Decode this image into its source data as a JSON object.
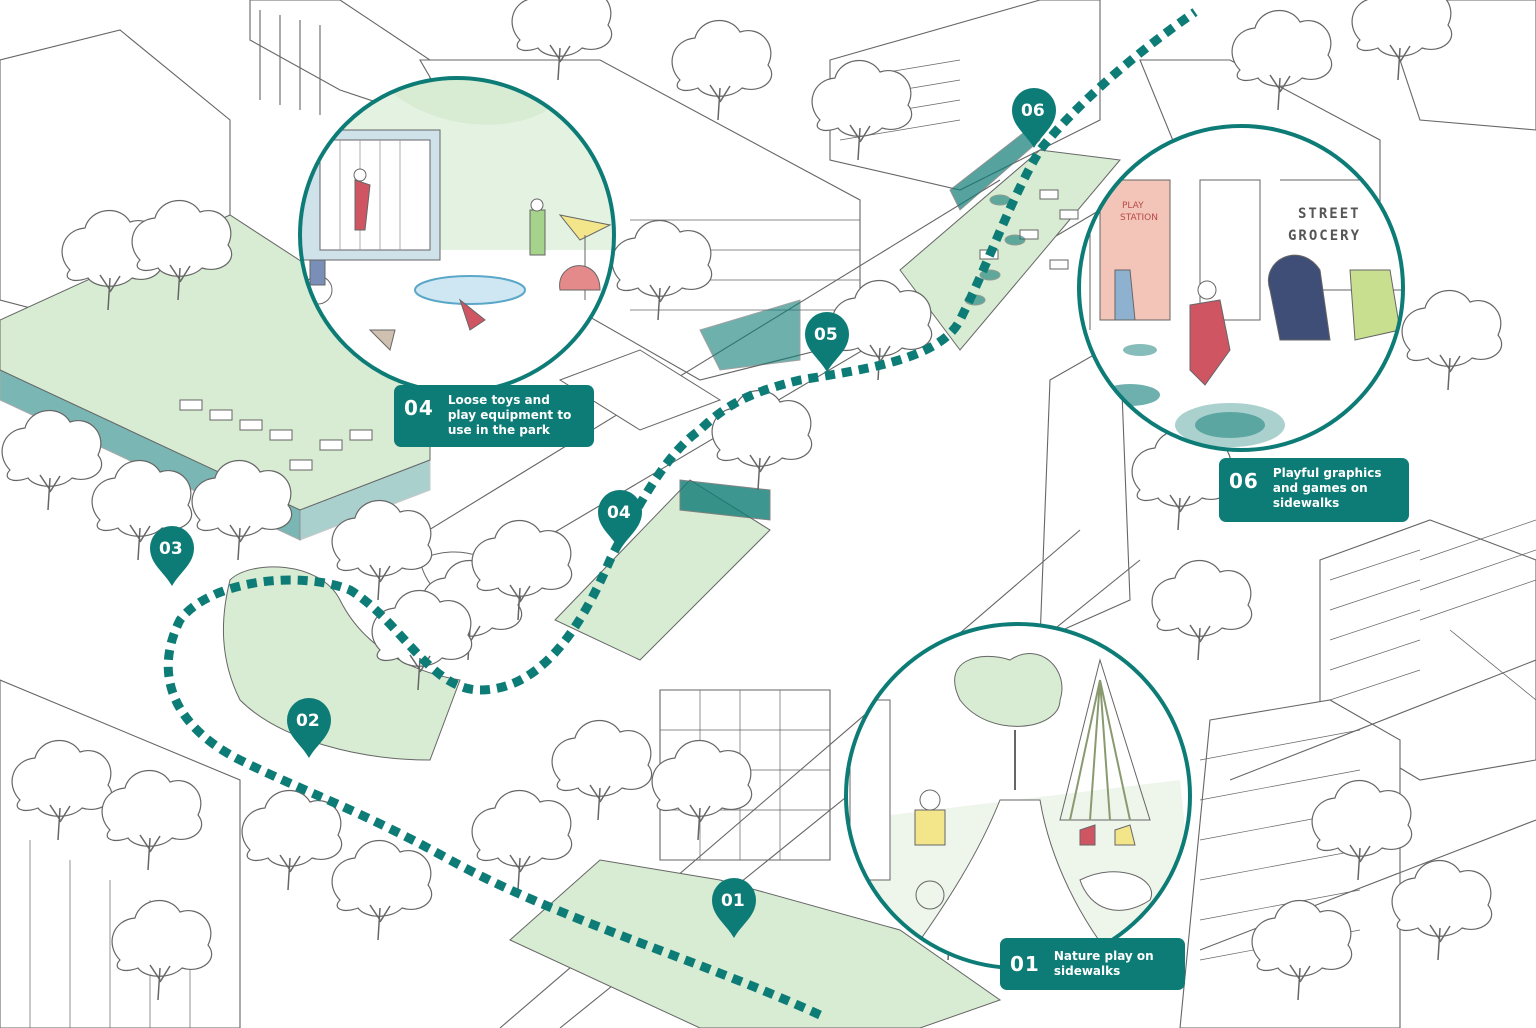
{
  "colors": {
    "accent": "#0e7c76",
    "green_fill": "#d7ecd3",
    "line": "#555555"
  },
  "pins": [
    {
      "id": "01",
      "label": "01"
    },
    {
      "id": "02",
      "label": "02"
    },
    {
      "id": "03",
      "label": "03"
    },
    {
      "id": "04",
      "label": "04"
    },
    {
      "id": "05",
      "label": "05"
    },
    {
      "id": "06",
      "label": "06"
    }
  ],
  "callouts": [
    {
      "num": "04",
      "text": "Loose toys and\nplay equipment to\nuse in the park"
    },
    {
      "num": "06",
      "text": "Playful graphics\nand games on\nsidewalks"
    },
    {
      "num": "01",
      "text": "Nature play on\nsidewalks"
    }
  ],
  "scene": {
    "street_sign_line1": "STREET",
    "street_sign_line2": "GROCERY",
    "play_sign_line1": "PLAY",
    "play_sign_line2": "STATION"
  }
}
